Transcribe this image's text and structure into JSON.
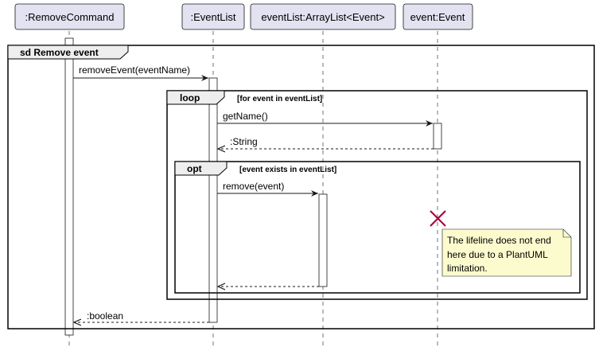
{
  "participants": [
    {
      "id": "remove_command",
      "label": ":RemoveCommand"
    },
    {
      "id": "event_list",
      "label": ":EventList"
    },
    {
      "id": "arraylist",
      "label": "eventList:ArrayList<Event>"
    },
    {
      "id": "event",
      "label": "event:Event"
    }
  ],
  "frames": {
    "sd": {
      "keyword": "sd Remove event"
    },
    "loop": {
      "keyword": "loop",
      "guard": "[for event in eventList]"
    },
    "opt": {
      "keyword": "opt",
      "guard": "[event exists in eventList]"
    }
  },
  "messages": [
    {
      "label": "removeEvent(eventName)",
      "kind": "call"
    },
    {
      "label": "getName()",
      "kind": "call"
    },
    {
      "label": ":String",
      "kind": "return"
    },
    {
      "label": "remove(event)",
      "kind": "call"
    },
    {
      "label": "",
      "kind": "return"
    },
    {
      "label": ":boolean",
      "kind": "return"
    }
  ],
  "note": {
    "lines": [
      "The lifeline does not end",
      "here due to a PlantUML",
      "limitation."
    ]
  },
  "colors": {
    "participant_fill": "#e2e2f0",
    "participant_border": "#181818",
    "note_fill": "#fbfbce",
    "destroy_mark": "#a80036",
    "frame_label_fill": "#eeeeee"
  }
}
